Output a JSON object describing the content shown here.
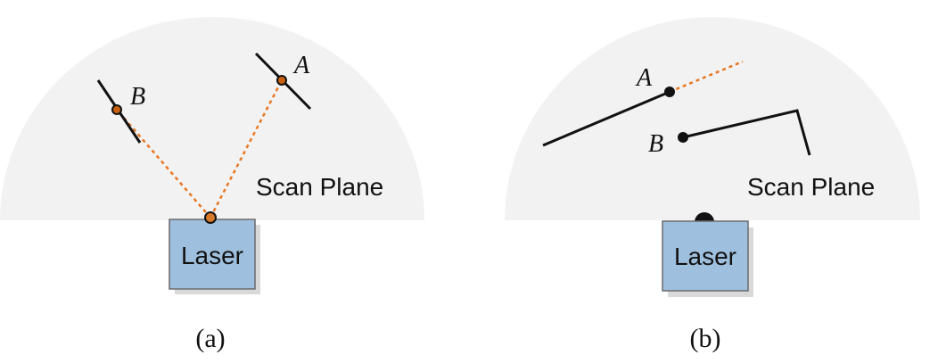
{
  "colors": {
    "scan_plane": "#f2f2f2",
    "laser_fill": "#9fbfdf",
    "laser_stroke": "#6a6a6a",
    "laser_shadow": "#d9d9d9",
    "surface_line": "#111111",
    "ray": "#e87722"
  },
  "panel_a": {
    "scan_plane_label": "Scan Plane",
    "laser_label": "Laser",
    "point_a_label": "A",
    "point_b_label": "B",
    "caption": "(a)"
  },
  "panel_b": {
    "scan_plane_label": "Scan Plane",
    "laser_label": "Laser",
    "point_a_label": "A",
    "point_b_label": "B",
    "caption": "(b)"
  }
}
